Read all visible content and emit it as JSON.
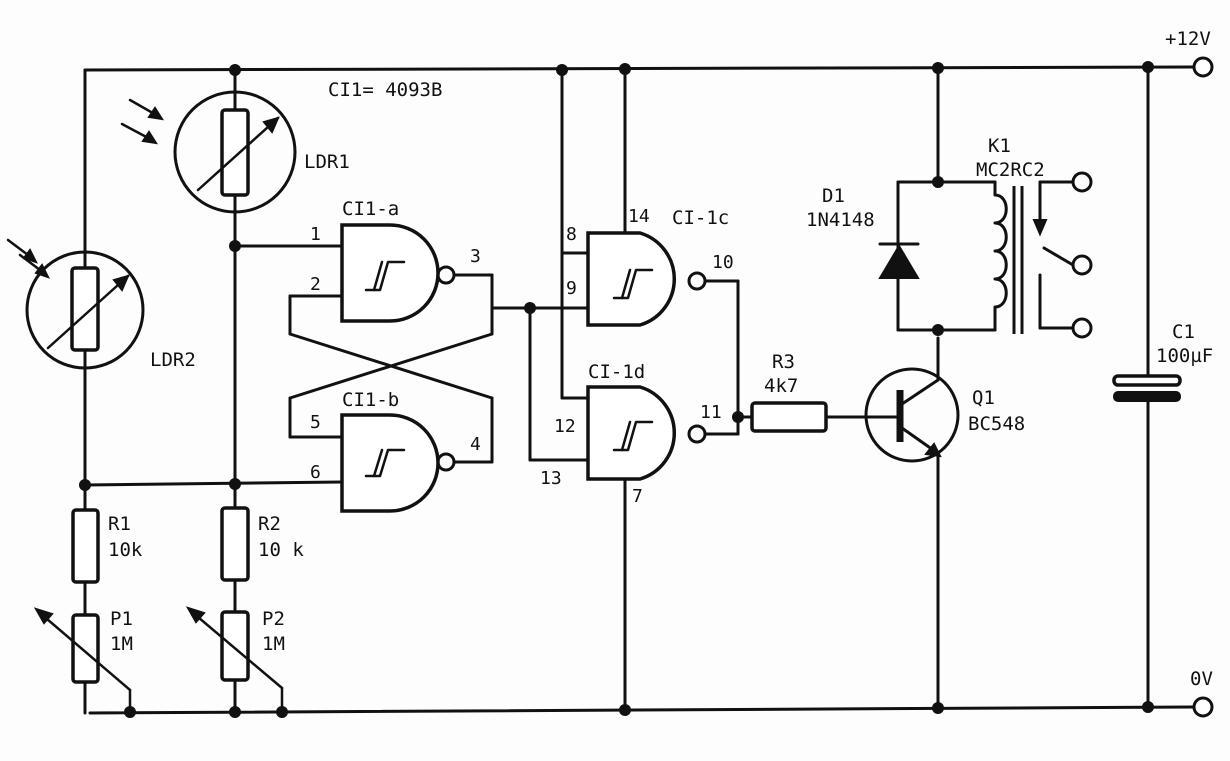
{
  "ic_note": "CI1= 4093B",
  "supply": {
    "positive": "+12V",
    "ground": "0V"
  },
  "gates": {
    "a": {
      "label": "CI1-a",
      "in1": "1",
      "in2": "2",
      "out": "3"
    },
    "b": {
      "label": "CI1-b",
      "in1": "5",
      "in2": "6",
      "out": "4"
    },
    "c": {
      "label": "CI-1c",
      "in1": "8",
      "in2": "9",
      "out": "10",
      "vdd": "14"
    },
    "d": {
      "label": "CI-1d",
      "in1": "12",
      "in2": "13",
      "out": "11",
      "vss": "7"
    }
  },
  "components": {
    "ldr1": "LDR1",
    "ldr2": "LDR2",
    "r1": {
      "name": "R1",
      "value": "10k"
    },
    "r2": {
      "name": "R2",
      "value": "10 k"
    },
    "p1": {
      "name": "P1",
      "value": "1M"
    },
    "p2": {
      "name": "P2",
      "value": "1M"
    },
    "r3": {
      "name": "R3",
      "value": "4k7"
    },
    "d1": {
      "name": "D1",
      "value": "1N4148"
    },
    "k1": {
      "name": "K1",
      "value": "MC2RC2"
    },
    "q1": {
      "name": "Q1",
      "value": "BC548"
    },
    "c1": {
      "name": "C1",
      "value": "100µF"
    }
  }
}
